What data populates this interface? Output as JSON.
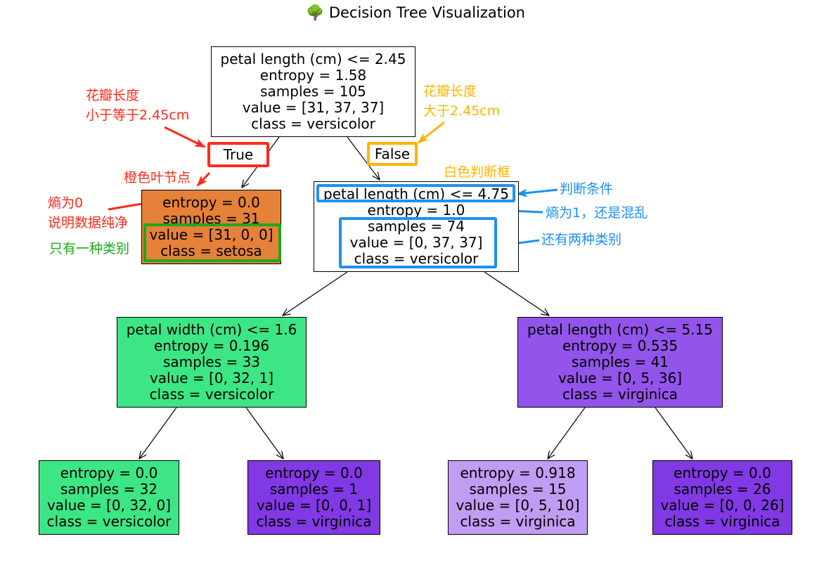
{
  "title": "🌳 Decision Tree Visualization",
  "nodes": {
    "root": [
      "petal length (cm) <= 2.45",
      "entropy = 1.58",
      "samples = 105",
      "value = [31, 37, 37]",
      "class = versicolor"
    ],
    "setosa_leaf": [
      "entropy = 0.0",
      "samples = 31",
      "value = [31, 0, 0]",
      "class = setosa"
    ],
    "split2": [
      "petal length (cm) <= 4.75",
      "entropy = 1.0",
      "samples = 74",
      "value = [0, 37, 37]",
      "class = versicolor"
    ],
    "split3a": [
      "petal width (cm) <= 1.6",
      "entropy = 0.196",
      "samples = 33",
      "value = [0, 32, 1]",
      "class = versicolor"
    ],
    "split3b": [
      "petal length (cm) <= 5.15",
      "entropy = 0.535",
      "samples = 41",
      "value = [0, 5, 36]",
      "class = virginica"
    ],
    "leaf1": [
      "entropy = 0.0",
      "samples = 32",
      "value = [0, 32, 0]",
      "class = versicolor"
    ],
    "leaf2": [
      "entropy = 0.0",
      "samples = 1",
      "value = [0, 0, 1]",
      "class = virginica"
    ],
    "leaf3": [
      "entropy = 0.918",
      "samples = 15",
      "value = [0, 5, 10]",
      "class = virginica"
    ],
    "leaf4": [
      "entropy = 0.0",
      "samples = 26",
      "value = [0, 0, 26]",
      "class = virginica"
    ]
  },
  "branch_labels": {
    "true": "True",
    "false": "False"
  },
  "annotations": {
    "left_petal_line1": "花瓣长度",
    "left_petal_line2": "小于等于2.45cm",
    "orange_leaf": "橙色叶节点",
    "entropy_zero_line1": "熵为0",
    "entropy_zero_line2": "说明数据纯净",
    "one_class": "只有一种类别",
    "right_petal_line1": "花瓣长度",
    "right_petal_line2": "大于2.45cm",
    "white_box": "白色判断框",
    "condition": "判断条件",
    "entropy_one": "熵为1，还是混乱",
    "two_classes": "还有两种类别"
  },
  "colors": {
    "annotation_red": "#ff2a1a",
    "annotation_yellow": "#ffb400",
    "annotation_blue": "#1e90f0",
    "annotation_green": "#1ea81e",
    "setosa_orange": "#e58139",
    "versicolor_green": "#3de685",
    "virginica_purple": "#8139e5"
  }
}
